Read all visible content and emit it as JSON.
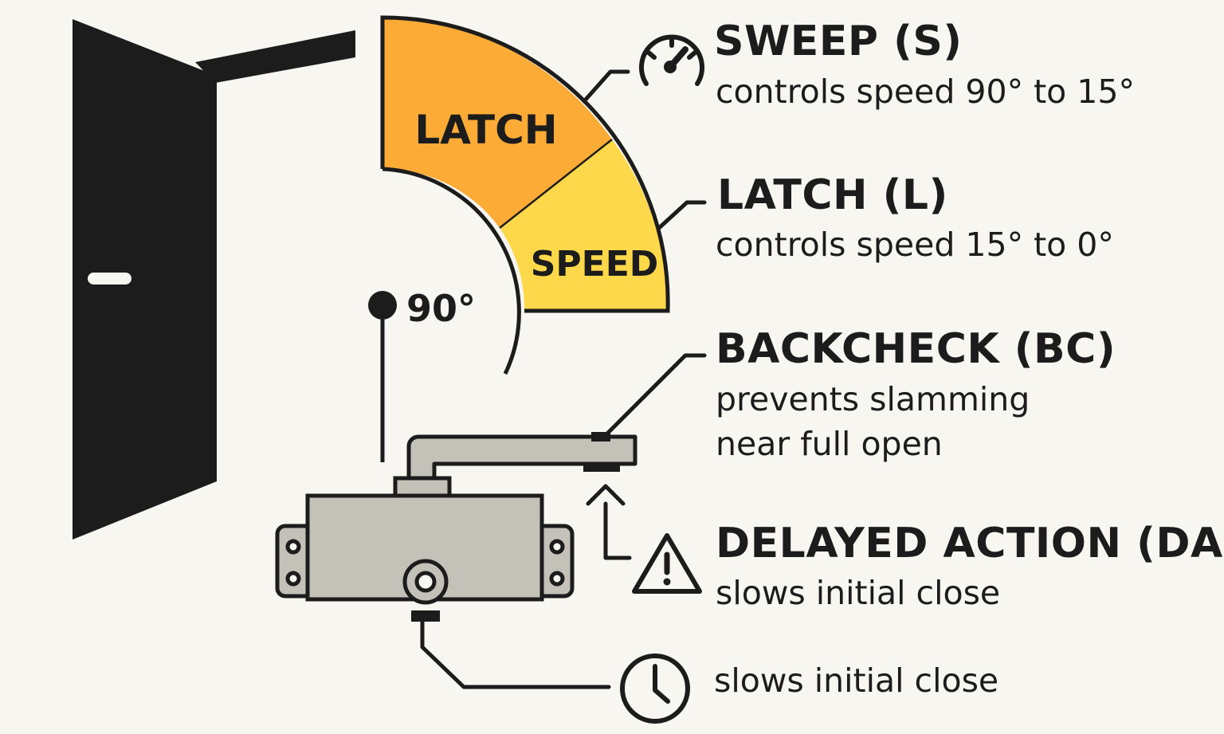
{
  "colors": {
    "background": "#f8f6f0",
    "ink": "#1c1c1c",
    "sweep_zone": "#fbab36",
    "latch_zone": "#fdd84a",
    "closer_body": "#c4c1b9"
  },
  "arc": {
    "upper_zone_label": "LATCH",
    "lower_zone_label": "SPEED",
    "angle_label": "90°"
  },
  "adjustments": [
    {
      "title": "SWEEP    (S)",
      "desc": "controls speed 90° to 15°",
      "icon": "speedometer-icon"
    },
    {
      "title": "LATCH  (L)",
      "desc": "controls speed  15° to 0°",
      "icon": "none"
    },
    {
      "title": "BACKCHECK (BC)",
      "desc_lines": [
        "prevents slamming",
        "near full open"
      ],
      "icon": "none"
    },
    {
      "title": "DELAYED ACTION (DA)",
      "desc": "slows initial close",
      "icon": "warning-triangle-icon"
    }
  ],
  "timer": {
    "desc": "slows initial close",
    "icon": "clock-icon"
  }
}
